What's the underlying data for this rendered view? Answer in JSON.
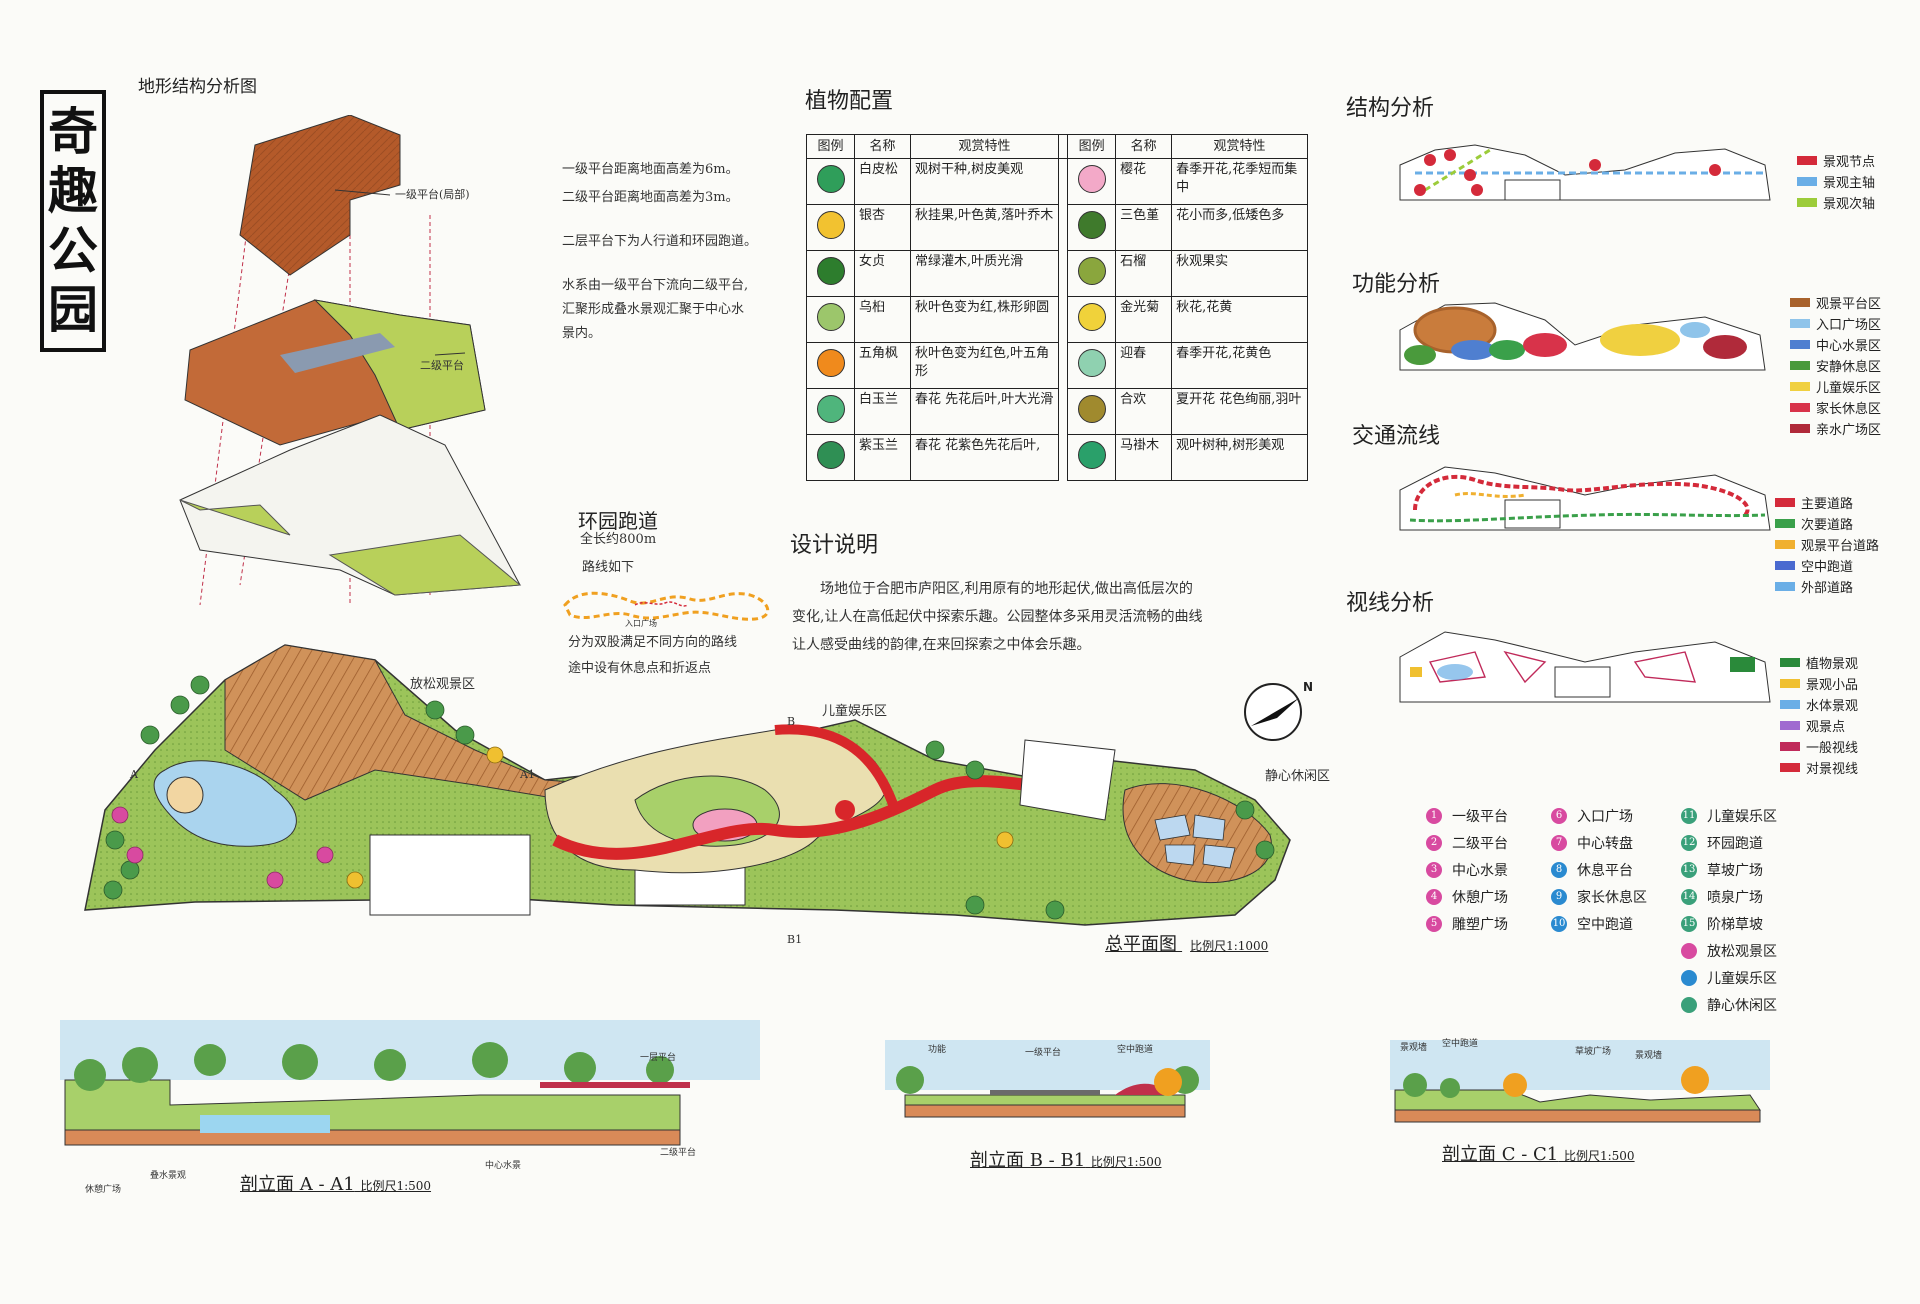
{
  "title": [
    "奇",
    "趣",
    "公",
    "园"
  ],
  "terrain": {
    "title": "地形结构分析图",
    "label_top": "一级平台(局部)",
    "label_mid": "二级平台",
    "notes": [
      "一级平台距离地面高差为6m。",
      "二级平台距离地面高差为3m。",
      "二层平台下为人行道和环园跑道。",
      "水系由一级平台下流向二级平台,",
      "汇聚形成叠水景观汇聚于中心水",
      "景内。"
    ]
  },
  "running_track": {
    "title": "环园跑道",
    "length": "全长约800m",
    "route": "路线如下",
    "entry": "入口广场",
    "desc": [
      "分为双股满足不同方向的路线",
      "途中设有休息点和折返点"
    ]
  },
  "plants": {
    "title": "植物配置",
    "headers": [
      "图例",
      "名称",
      "观赏特性",
      "图例",
      "名称",
      "观赏特性"
    ],
    "rows": [
      {
        "l": {
          "name": "白皮松",
          "desc": "观树干种,树皮美观",
          "color": "#2f9e5a"
        },
        "r": {
          "name": "樱花",
          "desc": "春季开花,花季短而集中",
          "color": "#f3a9c8"
        }
      },
      {
        "l": {
          "name": "银杏",
          "desc": "秋挂果,叶色黄,落叶乔木",
          "color": "#f2c230"
        },
        "r": {
          "name": "三色堇",
          "desc": "花小而多,低矮色多",
          "color": "#3f7a2c"
        }
      },
      {
        "l": {
          "name": "女贞",
          "desc": "常绿灌木,叶质光滑",
          "color": "#2d7d2d"
        },
        "r": {
          "name": "石榴",
          "desc": "秋观果实",
          "color": "#8aa63d"
        }
      },
      {
        "l": {
          "name": "乌桕",
          "desc": "秋叶色变为红,株形卵圆",
          "color": "#9cc66b"
        },
        "r": {
          "name": "金光菊",
          "desc": "秋花,花黄",
          "color": "#f0d23a"
        }
      },
      {
        "l": {
          "name": "五角枫",
          "desc": "秋叶色变为红色,叶五角形",
          "color": "#f08a1c"
        },
        "r": {
          "name": "迎春",
          "desc": "春季开花,花黄色",
          "color": "#8fd1b0"
        }
      },
      {
        "l": {
          "name": "白玉兰",
          "desc": "春花 先花后叶,叶大光滑",
          "color": "#4fb57c"
        },
        "r": {
          "name": "合欢",
          "desc": "夏开花 花色绚丽,羽叶",
          "color": "#a08a2e"
        }
      },
      {
        "l": {
          "name": "紫玉兰",
          "desc": "春花 花紫色先花后叶,",
          "color": "#2f8f54"
        },
        "r": {
          "name": "马褂木",
          "desc": "观叶树种,树形美观",
          "color": "#2aa06a"
        }
      }
    ]
  },
  "design": {
    "title": "设计说明",
    "text": [
      "场地位于合肥市庐阳区,利用原有的地形起伏,做出高低层次的",
      "变化,让人在高低起伏中探索乐趣。公园整体多采用灵活流畅的曲线",
      "让人感受曲线的韵律,在来回探索之中体会乐趣。"
    ]
  },
  "structure": {
    "title": "结构分析",
    "legend": [
      {
        "label": "景观节点",
        "color": "#d42a3a"
      },
      {
        "label": "景观主轴",
        "color": "#6aaee6"
      },
      {
        "label": "景观次轴",
        "color": "#9ccc3a"
      }
    ]
  },
  "function": {
    "title": "功能分析",
    "legend": [
      {
        "label": "观景平台区",
        "color": "#a8622c"
      },
      {
        "label": "入口广场区",
        "color": "#8fc4ea"
      },
      {
        "label": "中心水景区",
        "color": "#4f7fd0"
      },
      {
        "label": "安静休息区",
        "color": "#4a9a3c"
      },
      {
        "label": "儿童娱乐区",
        "color": "#f0d040"
      },
      {
        "label": "家长休息区",
        "color": "#d8334a"
      },
      {
        "label": "亲水广场区",
        "color": "#b02a3a"
      }
    ]
  },
  "traffic": {
    "title": "交通流线",
    "legend": [
      {
        "label": "主要道路",
        "color": "#d42a3a"
      },
      {
        "label": "次要道路",
        "color": "#3aa04a"
      },
      {
        "label": "观景平台道路",
        "color": "#f0b030"
      },
      {
        "label": "空中跑道",
        "color": "#4a6ad0"
      },
      {
        "label": "外部道路",
        "color": "#6aaee6"
      }
    ]
  },
  "sight": {
    "title": "视线分析",
    "legend": [
      {
        "label": "植物景观",
        "color": "#2a8a3a"
      },
      {
        "label": "景观小品",
        "color": "#f0c030"
      },
      {
        "label": "水体景观",
        "color": "#6aaee6"
      },
      {
        "label": "观景点",
        "color": "#a06ad0"
      },
      {
        "label": "一般视线",
        "color": "#c02a5a"
      },
      {
        "label": "对景视线",
        "color": "#d42a3a"
      }
    ]
  },
  "plan": {
    "title": "总平面图",
    "scale": "比例尺1:1000",
    "zone_relax": "放松观景区",
    "zone_kids": "儿童娱乐区",
    "zone_quiet": "静心休闲区",
    "marks": [
      "A",
      "A1",
      "B",
      "B1"
    ],
    "north": "N"
  },
  "numbered": [
    {
      "n": "1",
      "label": "一级平台",
      "color": "#d84aa0"
    },
    {
      "n": "2",
      "label": "二级平台",
      "color": "#d84aa0"
    },
    {
      "n": "3",
      "label": "中心水景",
      "color": "#d84aa0"
    },
    {
      "n": "4",
      "label": "休憩广场",
      "color": "#d84aa0"
    },
    {
      "n": "5",
      "label": "雕塑广场",
      "color": "#d84aa0"
    },
    {
      "n": "6",
      "label": "入口广场",
      "color": "#d84aa0"
    },
    {
      "n": "7",
      "label": "中心转盘",
      "color": "#d84aa0"
    },
    {
      "n": "8",
      "label": "休息平台",
      "color": "#2a8ad0"
    },
    {
      "n": "9",
      "label": "家长休息区",
      "color": "#2a8ad0"
    },
    {
      "n": "10",
      "label": "空中跑道",
      "color": "#2a8ad0"
    },
    {
      "n": "11",
      "label": "儿童娱乐区",
      "color": "#3aa07a"
    },
    {
      "n": "12",
      "label": "环园跑道",
      "color": "#3aa07a"
    },
    {
      "n": "13",
      "label": "草坡广场",
      "color": "#3aa07a"
    },
    {
      "n": "14",
      "label": "喷泉广场",
      "color": "#3aa07a"
    },
    {
      "n": "15",
      "label": "阶梯草坡",
      "color": "#3aa07a"
    },
    {
      "n": "",
      "label": "放松观景区",
      "color": "#d84aa0"
    },
    {
      "n": "",
      "label": "儿童娱乐区",
      "color": "#2a8ad0"
    },
    {
      "n": "",
      "label": "静心休闲区",
      "color": "#3aa07a"
    }
  ],
  "sections": [
    {
      "title": "剖立面 A - A1",
      "scale": "比例尺1:500",
      "labels": [
        "一层平台",
        "二级平台",
        "中心水景",
        "叠水景观",
        "休憩广场"
      ]
    },
    {
      "title": "剖立面 B - B1",
      "scale": "比例尺1:500",
      "labels": [
        "功能",
        "一级平台",
        "空中跑道"
      ]
    },
    {
      "title": "剖立面 C - C1",
      "scale": "比例尺1:500",
      "labels": [
        "景观墙",
        "空中跑道",
        "草坡广场",
        "景观墙"
      ]
    }
  ]
}
